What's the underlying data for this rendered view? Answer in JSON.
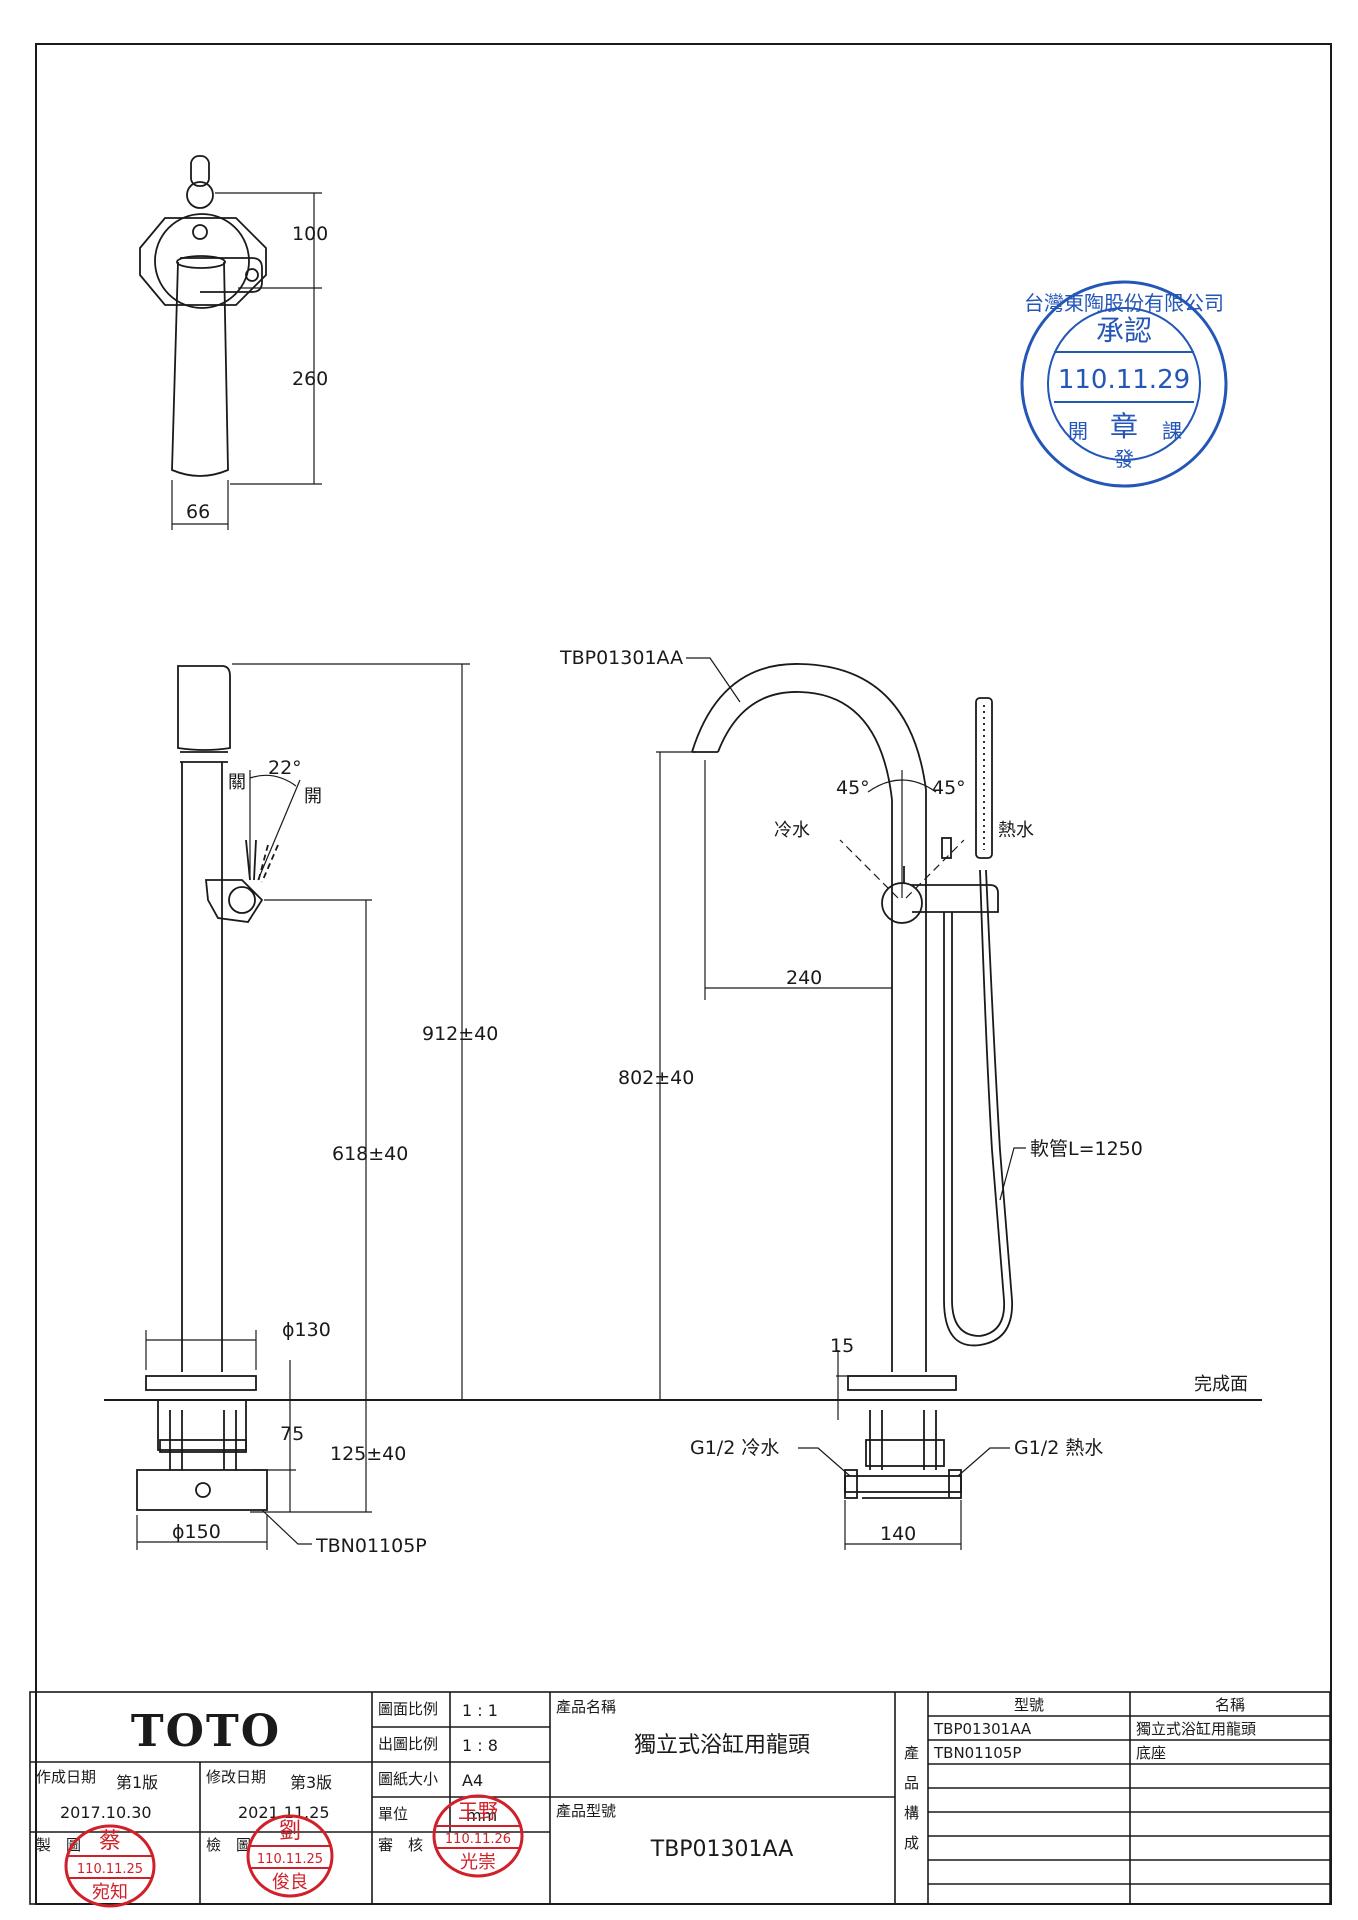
{
  "drawing": {
    "top_view": {
      "dim_100": "100",
      "dim_260": "260",
      "dim_66": "66"
    },
    "side_view": {
      "dim_912": "912±40",
      "dim_618": "618±40",
      "dim_125": "125±40",
      "dim_75": "75",
      "dim_phi130": "ϕ130",
      "dim_phi150": "ϕ150",
      "angle_22": "22°",
      "label_close": "關",
      "label_open": "開",
      "callout_base": "TBN01105P"
    },
    "front_view": {
      "callout_model": "TBP01301AA",
      "angle_left": "45°",
      "angle_right": "45°",
      "label_cold": "冷水",
      "label_hot": "熱水",
      "dim_240": "240",
      "dim_802": "802±40",
      "hose_label": "軟管L=1250",
      "dim_15": "15",
      "finish_surface": "完成面",
      "inlet_cold": "G1/2 冷水",
      "inlet_hot": "G1/2 熱水",
      "dim_140": "140"
    }
  },
  "stamps": {
    "approval": {
      "company": "台灣東陶股份有限公司",
      "title": "承認",
      "date": "110.11.29",
      "seal": "章",
      "dept_left": "開",
      "dept_mid": "發",
      "dept_right": "課"
    },
    "maker": {
      "date": "110.11.25",
      "name_top": "蔡",
      "name_bottom": "宛知"
    },
    "checker": {
      "date": "110.11.25",
      "name_top": "劉",
      "name_bottom": "俊良"
    },
    "reviewer": {
      "date": "110.11.26",
      "name_top": "王野",
      "name_bottom": "光崇"
    }
  },
  "title_block": {
    "brand": "TOTO",
    "created_label": "作成日期",
    "created_version": "第1版",
    "created_date": "2017.10.30",
    "modified_label": "修改日期",
    "modified_version": "第3版",
    "modified_date": "2021.11.25",
    "maker_label": "製　圖",
    "checker_label": "檢　圖",
    "reviewer_label": "審　核",
    "scale_label": "圖面比例",
    "scale_value": "1 : 1",
    "print_scale_label": "出圖比例",
    "print_scale_value": "1 : 8",
    "paper_label": "圖紙大小",
    "paper_value": "A4",
    "unit_label": "單位",
    "unit_value": "mm",
    "product_name_label": "產品名稱",
    "product_name": "獨立式浴缸用龍頭",
    "product_model_label": "產品型號",
    "product_model": "TBP01301AA",
    "composition_label": [
      "產",
      "品",
      "構",
      "成"
    ],
    "parts_header_model": "型號",
    "parts_header_name": "名稱",
    "parts": [
      {
        "model": "TBP01301AA",
        "name": "獨立式浴缸用龍頭"
      },
      {
        "model": "TBN01105P",
        "name": "底座"
      }
    ]
  }
}
